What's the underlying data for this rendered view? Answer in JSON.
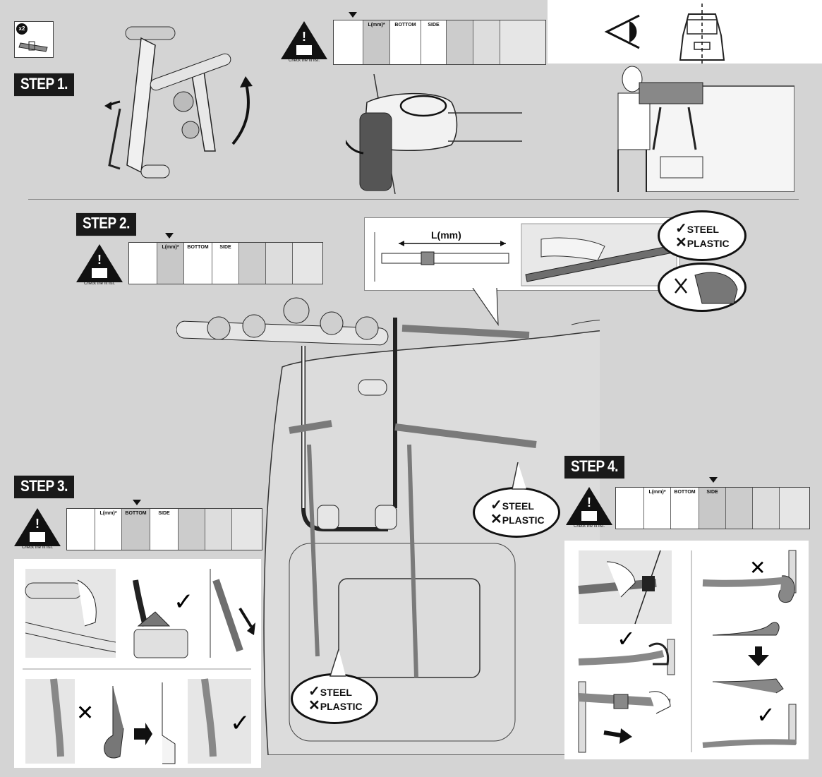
{
  "steps": {
    "step1": "STEP 1.",
    "step2": "STEP 2.",
    "step3": "STEP 3.",
    "step4": "STEP 4."
  },
  "kit": {
    "quantity": "x2"
  },
  "fit_list": {
    "caution_caption": "Check the fit list.",
    "length_label": "L(mm)*",
    "bottom_label": "BOTTOM",
    "side_label": "SIDE"
  },
  "strap_panel": {
    "length_label": "L(mm)"
  },
  "materials": {
    "steel": "STEEL",
    "plastic": "PLASTIC"
  },
  "icons": {
    "ok": "check-mark-icon",
    "no": "cross-mark-icon",
    "warning": "warning-book-icon",
    "eye": "eye-icon",
    "arrow": "arrow-icon"
  },
  "colors": {
    "background": "#d4d4d4",
    "panel": "#ffffff",
    "ink": "#111111",
    "strap": "#7a7a7a"
  }
}
